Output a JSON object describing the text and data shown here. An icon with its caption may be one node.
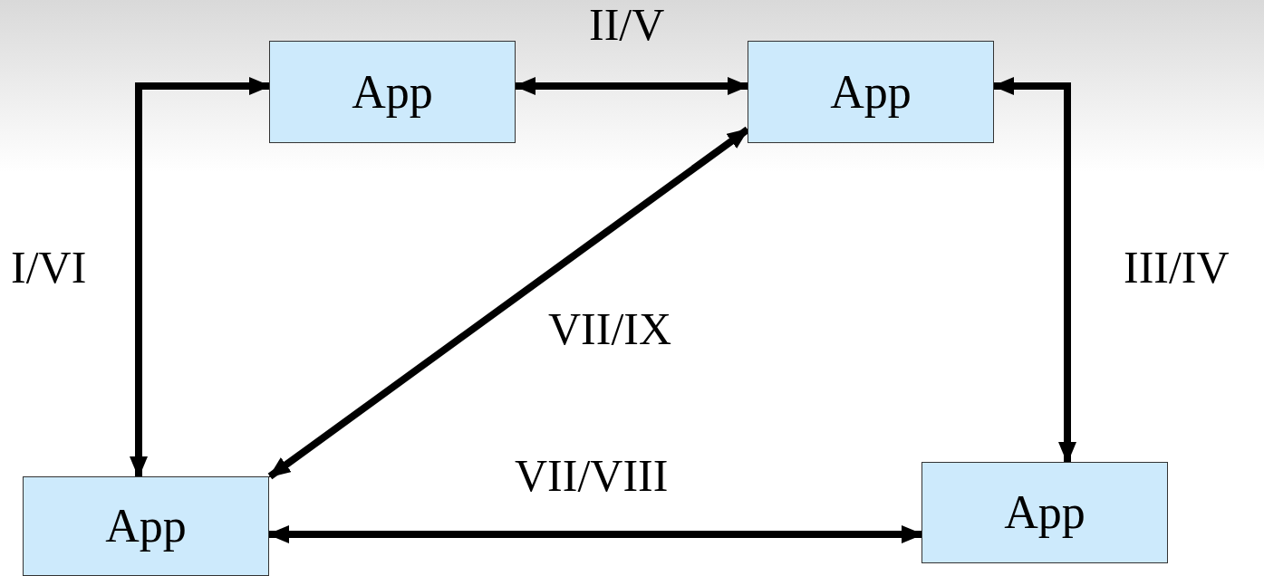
{
  "diagram": {
    "nodes": [
      {
        "text": [
          "App"
        ]
      },
      {
        "text": [
          "App"
        ]
      },
      {
        "text": [
          "App"
        ]
      },
      {
        "text": [
          "App"
        ]
      }
    ],
    "edges": [
      {
        "from": 0,
        "to": 2,
        "arrow": "both",
        "label": "I/VI"
      },
      {
        "from": 0,
        "to": 1,
        "arrow": "both",
        "label": "II/V"
      },
      {
        "from": 1,
        "to": 3,
        "arrow": "both",
        "label": "III/IV"
      },
      {
        "from": 1,
        "to": 2,
        "arrow": "both",
        "label": "VII/IX"
      },
      {
        "from": 2,
        "to": 3,
        "arrow": "both",
        "label": "VII/VIII"
      }
    ]
  }
}
